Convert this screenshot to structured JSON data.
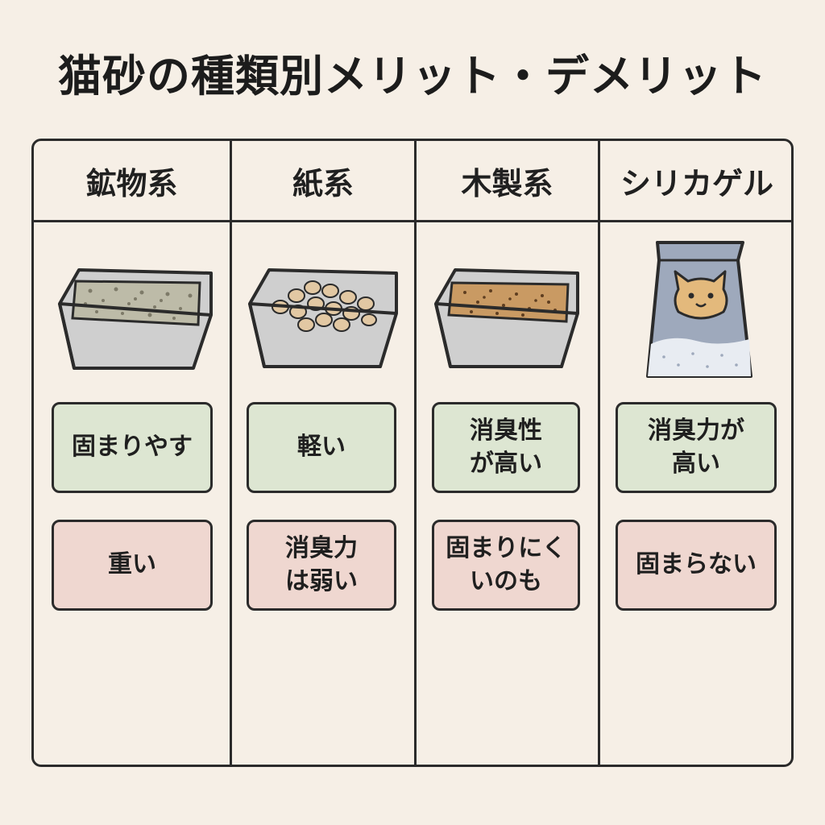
{
  "title": "猫砂の種類別メリット・デメリット",
  "colors": {
    "background": "#f6efe6",
    "merit": "#dde6d2",
    "demerit": "#efd7d0",
    "border": "#2b2b2b"
  },
  "columns": [
    {
      "name": "鉱物系",
      "illustration": "mineral-litter-tray-icon",
      "merit": "固まりやす",
      "demerit": "重い"
    },
    {
      "name": "紙系",
      "illustration": "paper-pellet-tray-icon",
      "merit": "軽い",
      "demerit": "消臭力\nは弱い"
    },
    {
      "name": "木製系",
      "illustration": "wood-litter-tray-icon",
      "merit": "消臭性\nが高い",
      "demerit": "固まりにく\nいのも"
    },
    {
      "name": "シリカゲル",
      "illustration": "silica-gel-bag-icon",
      "merit": "消臭力が\n高い",
      "demerit": "固まらない"
    }
  ]
}
